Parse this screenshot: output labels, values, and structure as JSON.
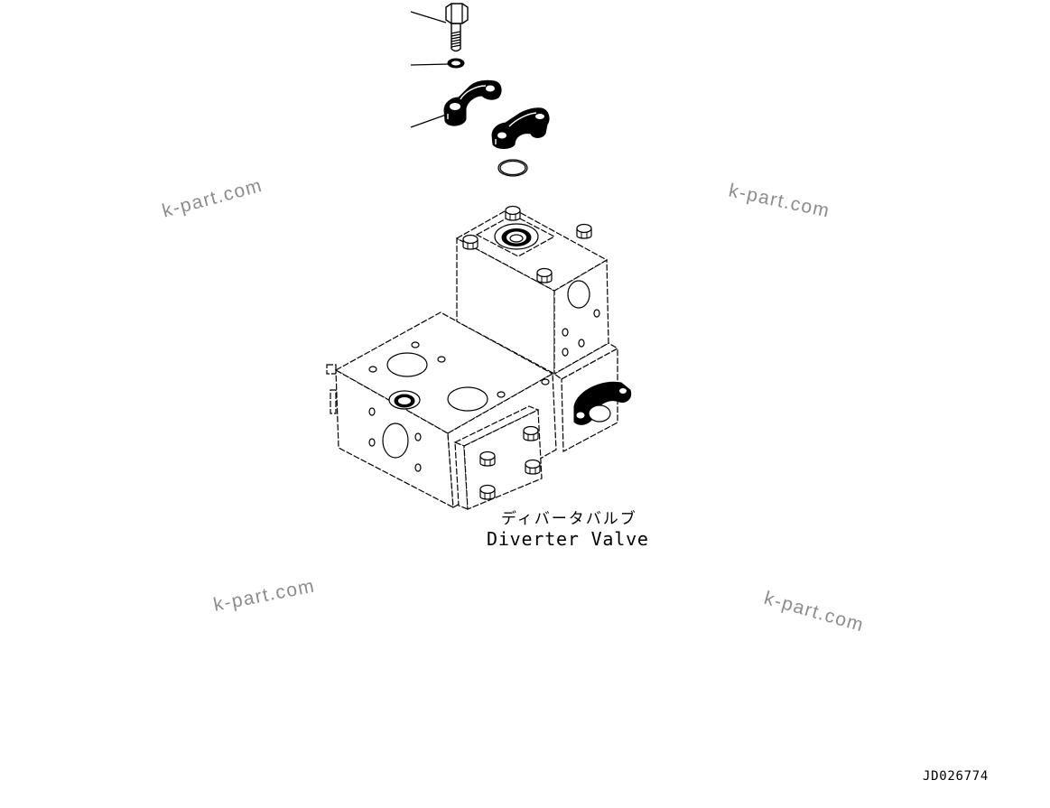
{
  "diagram": {
    "label_jp": "ディバータバルブ",
    "label_en": "Diverter Valve",
    "drawing_number": "JD026774"
  },
  "watermarks": [
    "k-part.com",
    "k-part.com",
    "k-part.com",
    "k-part.com"
  ],
  "colors": {
    "line": "#000000",
    "background": "#ffffff",
    "watermark": "#8c8c8c"
  }
}
